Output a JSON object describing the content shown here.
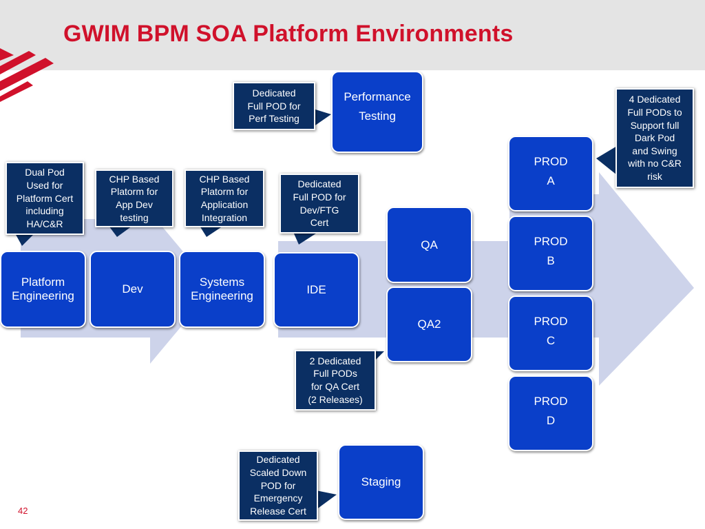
{
  "slide": {
    "title": "GWIM BPM SOA Platform Environments",
    "page_number": "42"
  },
  "colors": {
    "title": "#d0112b",
    "header_band": "#e4e4e4",
    "box_fill": "#0a3fc9",
    "callout_fill": "#0b2f63",
    "arrow_fill": "#cdd3ea"
  },
  "icons": {
    "logo": "flag-stripes-logo"
  },
  "boxes": {
    "platform_engineering": [
      "Platform",
      "Engineering"
    ],
    "dev": [
      "Dev"
    ],
    "systems_engineering": [
      "Systems",
      "Engineering"
    ],
    "ide": [
      "IDE"
    ],
    "performance_testing": [
      "Performance",
      "Testing"
    ],
    "qa": [
      "QA"
    ],
    "qa2": [
      "QA2"
    ],
    "prod_a": [
      "PROD",
      "A"
    ],
    "prod_b": [
      "PROD",
      "B"
    ],
    "prod_c": [
      "PROD",
      "C"
    ],
    "prod_d": [
      "PROD",
      "D"
    ],
    "staging": [
      "Staging"
    ]
  },
  "callouts": {
    "dual_pod": [
      "Dual Pod",
      "Used for",
      "Platform Cert",
      "including",
      "HA/C&R"
    ],
    "chp_app_dev": [
      "CHP Based",
      "Platorm for",
      "App Dev",
      "testing"
    ],
    "chp_app_integration": [
      "CHP Based",
      "Platorm for",
      "Application",
      "Integration"
    ],
    "dev_ftg_cert": [
      "Dedicated",
      "Full POD for",
      "Dev/FTG",
      "Cert"
    ],
    "perf_testing": [
      "Dedicated",
      "Full POD for",
      "Perf Testing"
    ],
    "prod_pods": [
      "4 Dedicated",
      "Full PODs to",
      "Support full",
      "Dark Pod",
      "and Swing",
      "with no C&R",
      "risk"
    ],
    "qa_cert": [
      "2 Dedicated",
      "Full PODs",
      "for QA Cert",
      "(2 Releases)"
    ],
    "emergency_release": [
      "Dedicated",
      "Scaled Down",
      "POD for",
      "Emergency",
      "Release Cert"
    ]
  }
}
